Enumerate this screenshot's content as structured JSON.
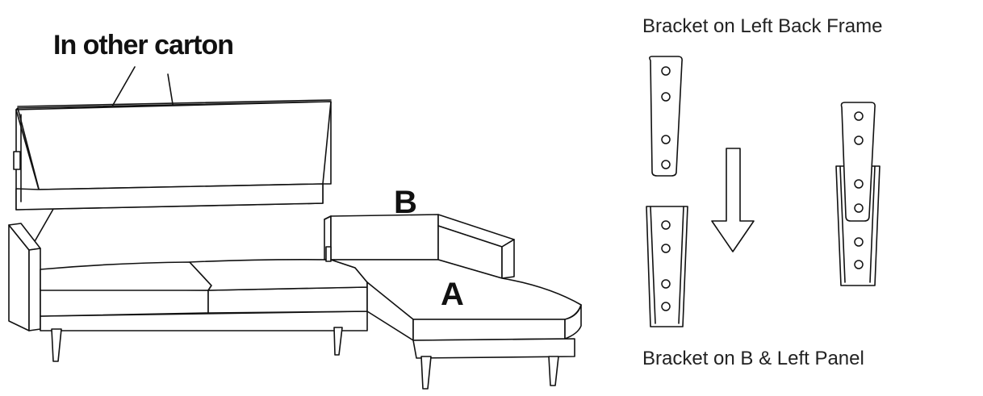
{
  "labels": {
    "other_carton": "In other carton",
    "part_b": "B",
    "part_a": "A",
    "bracket_top": "Bracket on  Left Back Frame",
    "bracket_bottom": "Bracket on B & Left Panel"
  },
  "colors": {
    "line": "#111111",
    "background": "#ffffff"
  }
}
